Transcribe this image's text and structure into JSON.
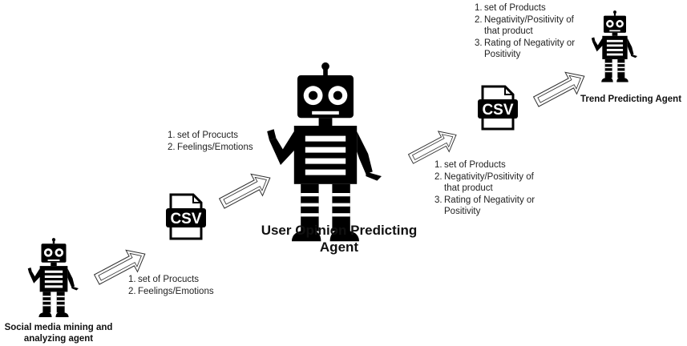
{
  "agents": {
    "social": {
      "label_line1": "Social media mining and",
      "label_line2": "analyzing agent"
    },
    "user_opinion": {
      "label_line1": "User Opinion Predicting",
      "label_line2": "Agent"
    },
    "trend": {
      "label": "Trend Predicting Agent"
    }
  },
  "csv_icons": {
    "text": "CSV"
  },
  "lists": {
    "social_output": {
      "items": [
        "set of Procucts",
        "Feelings/Emotions"
      ]
    },
    "opinion_input": {
      "items": [
        "set of Procucts",
        "Feelings/Emotions"
      ]
    },
    "opinion_output": {
      "item1": "set of Products",
      "item2_line1": "Negativity/Positivity of",
      "item2_line2": "that product",
      "item3_line1": "Rating of Negativity or",
      "item3_line2": "Positivity"
    },
    "trend_input": {
      "item1": "set of Products",
      "item2_line1": "Negativity/Positivity of",
      "item2_line2": "that product",
      "item3_line1": "Rating of Negativity or",
      "item3_line2": "Positivity"
    }
  }
}
